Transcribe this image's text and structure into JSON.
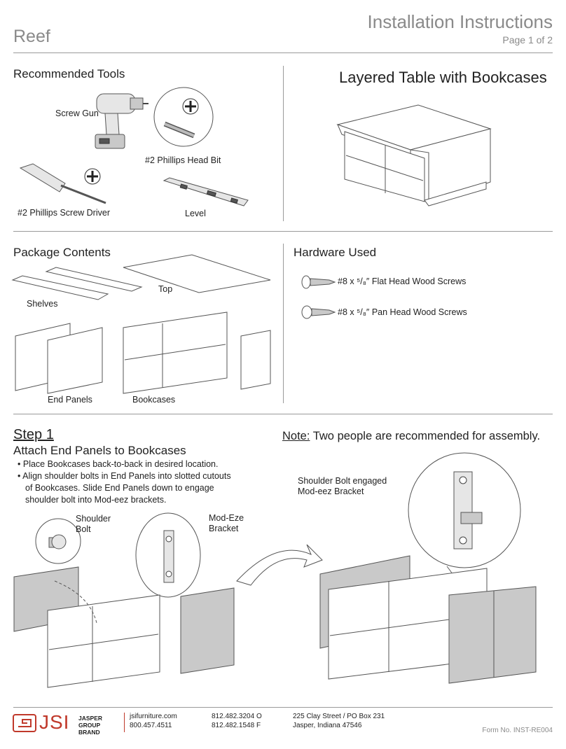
{
  "header": {
    "brand": "Reef",
    "doc_title": "Installation Instructions",
    "page": "Page 1 of 2"
  },
  "tools": {
    "heading": "Recommended Tools",
    "screw_gun": "Screw Gun",
    "bit": "#2 Phillips Head Bit",
    "screwdriver": "#2 Phillips Screw Driver",
    "level": "Level"
  },
  "product": {
    "title": "Layered Table with Bookcases"
  },
  "package": {
    "heading": "Package Contents",
    "shelves": "Shelves",
    "top": "Top",
    "end_panels": "End Panels",
    "bookcases": "Bookcases"
  },
  "hardware": {
    "heading": "Hardware Used",
    "items": [
      {
        "label": "#8 x ⁵/₈″  Flat Head Wood Screws"
      },
      {
        "label": "#8 x ⁵/₈″  Pan Head Wood Screws"
      }
    ]
  },
  "step1": {
    "heading": "Step 1",
    "subheading": "Attach End Panels to Bookcases",
    "bullets": [
      "Place Bookcases back-to-back in desired location.",
      "Align shoulder bolts in End Panels into slotted cutouts",
      "of Bookcases. Slide End Panels down to engage",
      "shoulder bolt into Mod-eez brackets."
    ],
    "shoulder_bolt_1": "Shoulder",
    "shoulder_bolt_2": "Bolt",
    "bracket_1": "Mod-Eze",
    "bracket_2": "Bracket",
    "engaged_1": "Shoulder Bolt engaged",
    "engaged_2": "Mod-eez Bracket"
  },
  "note": {
    "label": "Note:",
    "text": " Two people are recommended for assembly."
  },
  "footer": {
    "logo_text": "JSI",
    "brand_1": "JASPER",
    "brand_2": "GROUP",
    "brand_3": "BRAND",
    "web": "jsifurniture.com",
    "tollfree": "800.457.4511",
    "phone": "812.482.3204",
    "phone_suffix": "O",
    "fax": "812.482.1548",
    "fax_suffix": "F",
    "address_1": "225 Clay Street / PO Box 231",
    "address_2": "Jasper, Indiana 47546",
    "form_no": "Form No. INST-RE004"
  },
  "colors": {
    "accent": "#8a8a8a",
    "logo": "#c0392b"
  }
}
